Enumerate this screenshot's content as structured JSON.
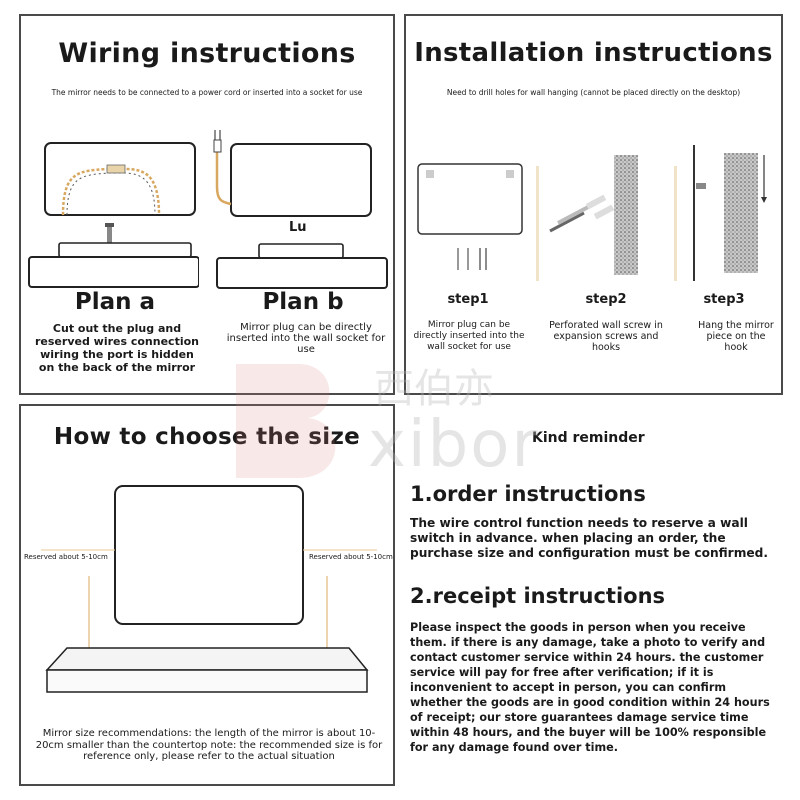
{
  "wiring": {
    "title": "Wiring instructions",
    "subtitle": "The mirror needs to be connected to a power cord or inserted into a socket for use",
    "plan_a": {
      "label": "Plan a",
      "desc": "Cut out the plug and reserved wires connection wiring the port is hidden on the back of the mirror"
    },
    "plan_b": {
      "label": "Plan b",
      "desc": "Mirror plug can be directly inserted into the wall socket for use",
      "plug_label": "Lu"
    }
  },
  "installation": {
    "title": "Installation instructions",
    "subtitle": "Need to drill holes for wall hanging (cannot be placed directly on the desktop)",
    "steps": [
      {
        "label": "step1",
        "desc": "Mirror plug can be directly inserted into the wall socket for use"
      },
      {
        "label": "step2",
        "desc": "Perforated wall screw in expansion screws and hooks"
      },
      {
        "label": "step3",
        "desc": "Hang the mirror piece on the hook"
      }
    ]
  },
  "size": {
    "title": "How to choose the size",
    "reserved_left": "Reserved about 5-10cm",
    "reserved_right": "Reserved about 5-10cm",
    "note": "Mirror size recommendations: the length of the mirror is about 10-20cm smaller than the countertop note: the recommended size is for reference only, please refer to the actual situation"
  },
  "reminder": {
    "heading": "Kind reminder",
    "sections": [
      {
        "title": "1.order instructions",
        "text": "The wire control function needs to reserve a wall switch in advance. when placing an order, the purchase size and configuration must be confirmed."
      },
      {
        "title": "2.receipt instructions",
        "text": "Please inspect the goods in person when you receive them. if there is any damage, take a photo to verify and contact customer service within 24 hours. the customer service will pay for free after verification; if it is inconvenient to accept in person, you can confirm whether the goods are in good condition within 24 hours of receipt; our store guarantees damage service time within 48 hours, and the buyer will be 100% responsible for any damage found over time."
      }
    ]
  },
  "watermark": {
    "chinese": "西伯亦",
    "latin": "xibor"
  },
  "colors": {
    "border": "#4a4a4a",
    "wire_orange": "#d9a860",
    "wall_gray": "#9a9a9a"
  }
}
